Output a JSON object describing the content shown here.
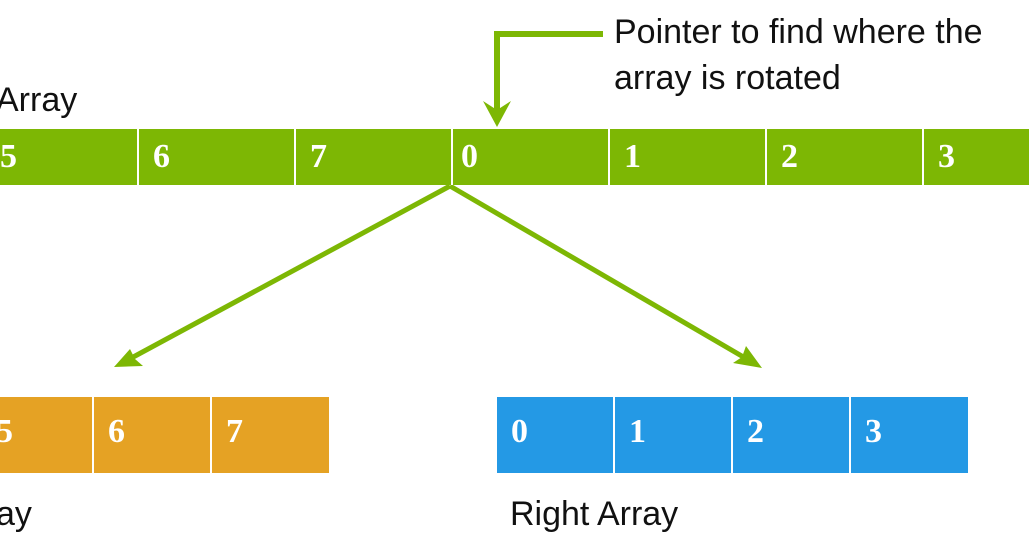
{
  "pointer_label_line1": "Pointer to find where the",
  "pointer_label_line2": "array is rotated",
  "main_array": {
    "label": "Array",
    "values": [
      "5",
      "6",
      "7",
      "0",
      "1",
      "2",
      "3"
    ],
    "color": "#7db704"
  },
  "left_array": {
    "label": "ay",
    "values": [
      "5",
      "6",
      "7"
    ],
    "color": "#e5a224"
  },
  "right_array": {
    "label": "Right Array",
    "values": [
      "0",
      "1",
      "2",
      "3"
    ],
    "color": "#2499e5"
  },
  "arrow_color": "#7db704"
}
